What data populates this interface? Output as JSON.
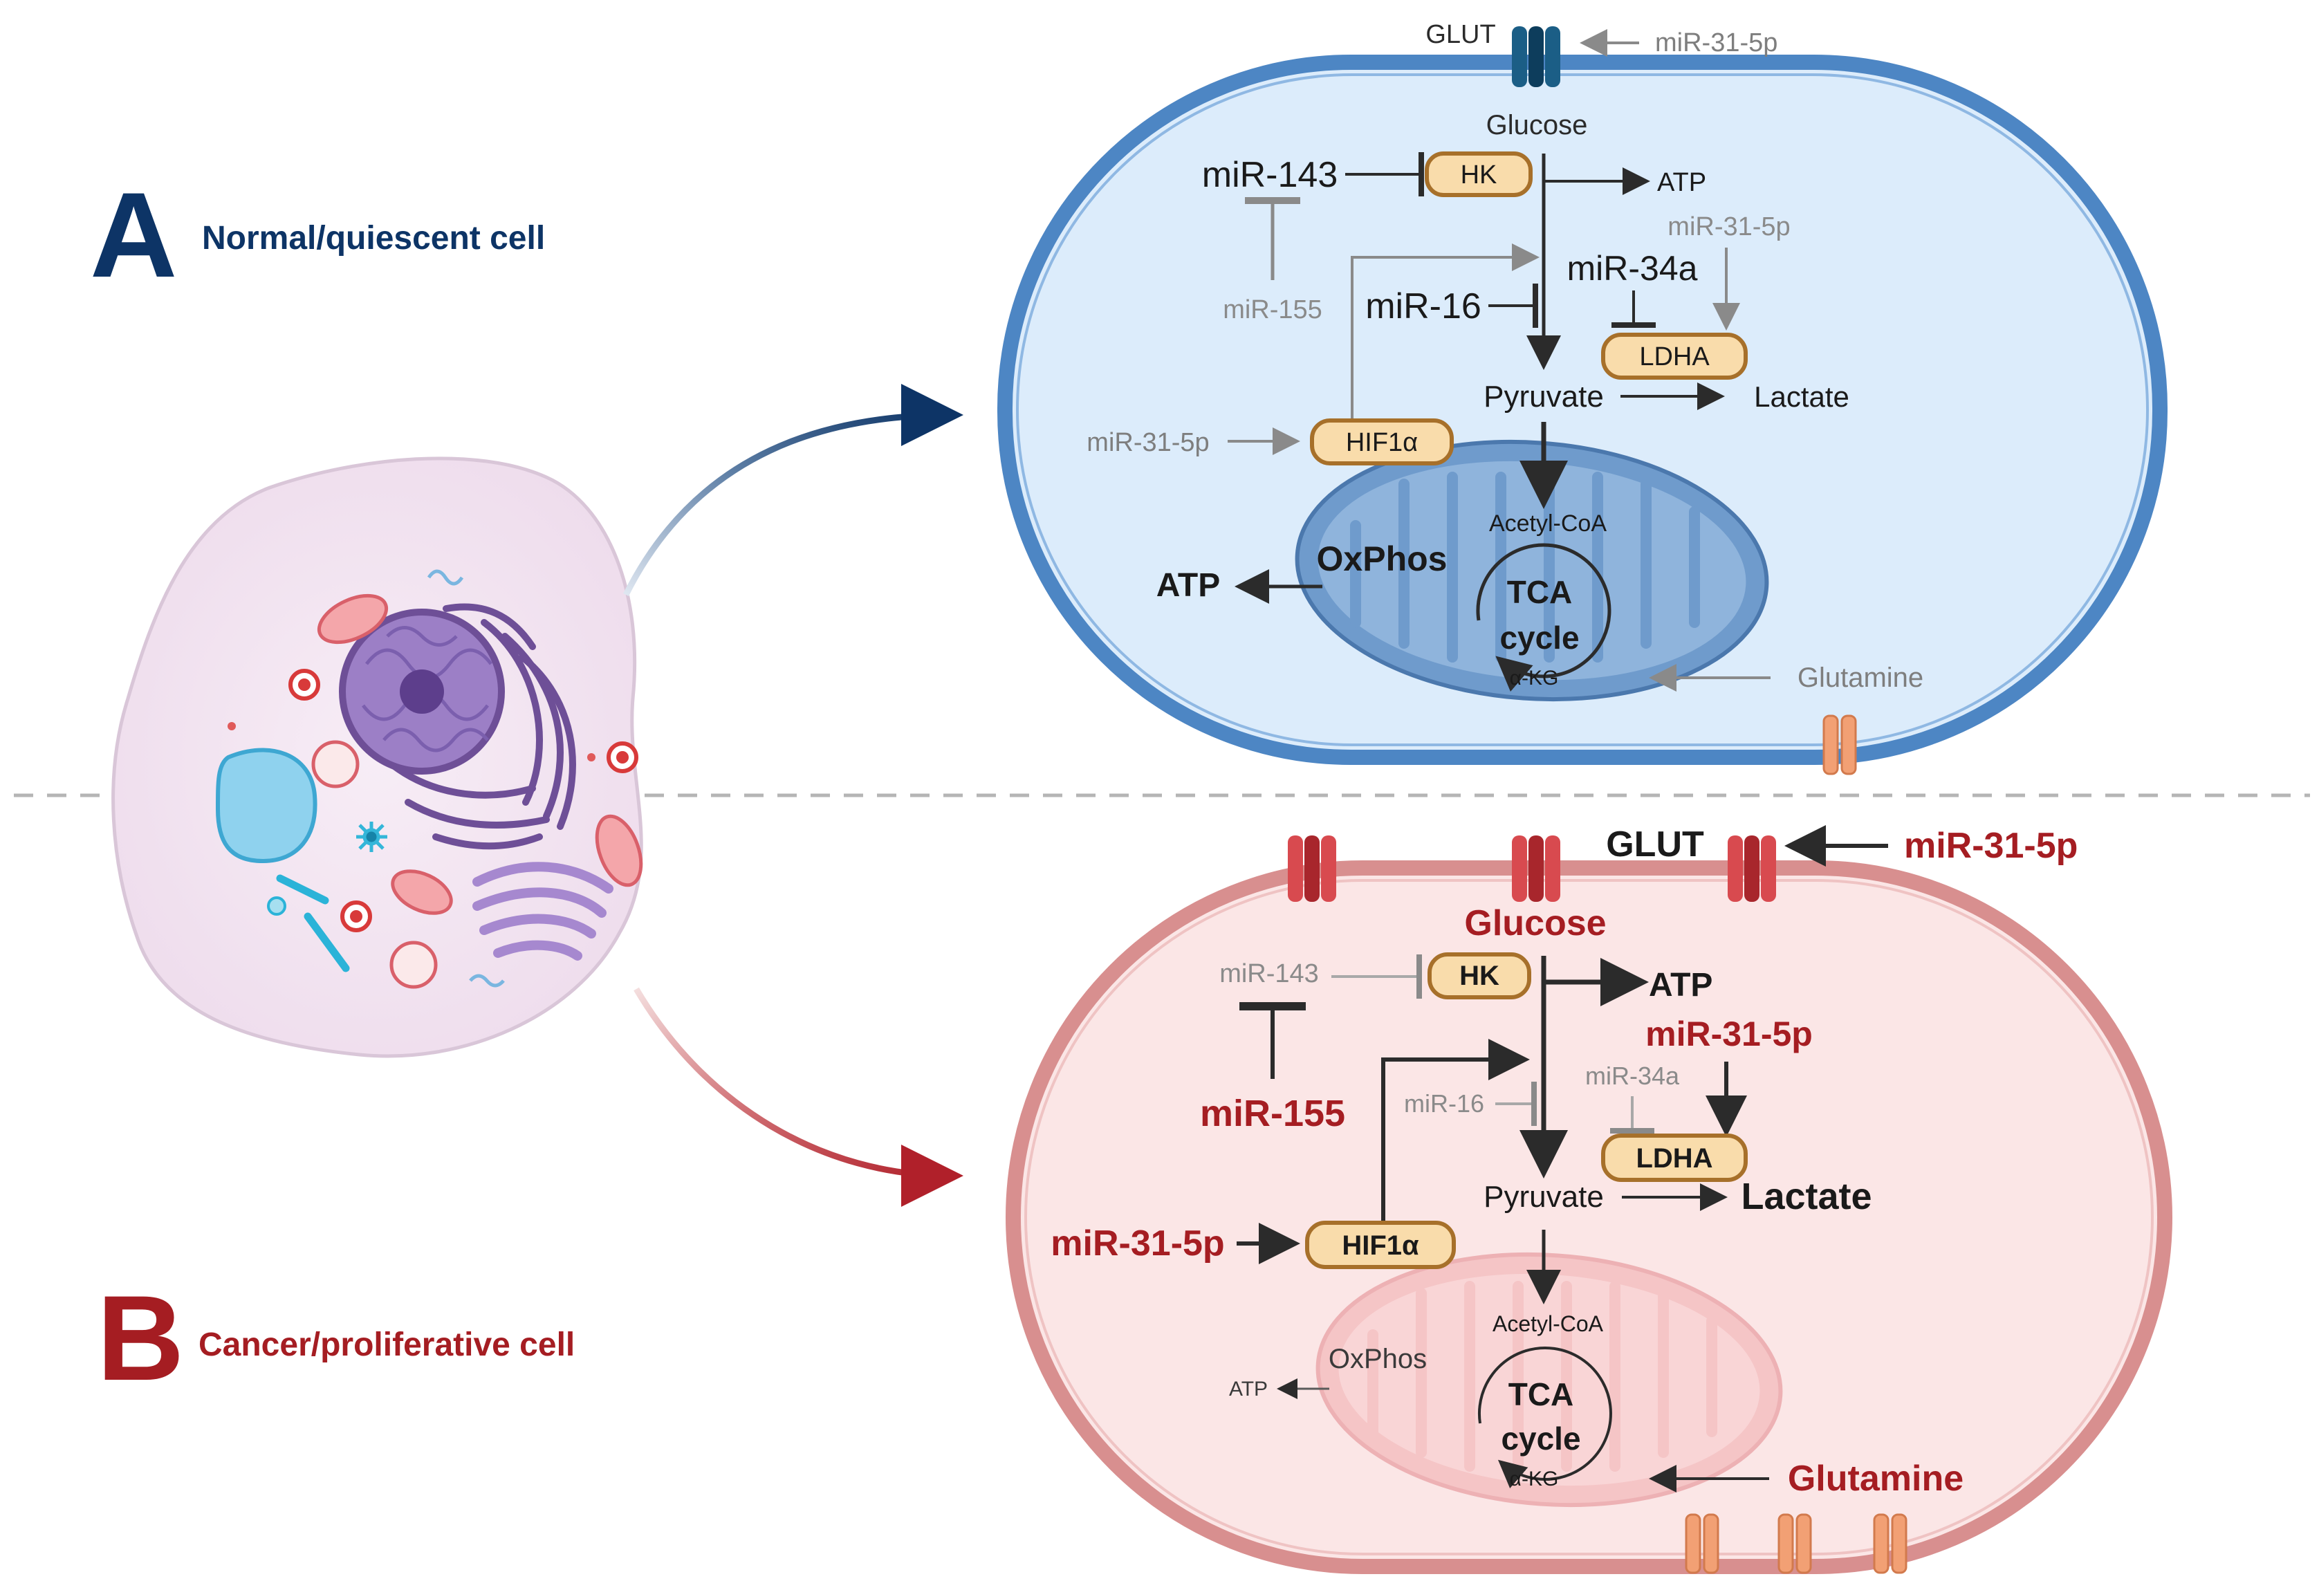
{
  "panel_a": {
    "letter": "A",
    "title": "Normal/quiescent cell",
    "glut": "GLUT",
    "mir31_top": "miR-31-5p",
    "glucose": "Glucose",
    "mir143": "miR-143",
    "hk": "HK",
    "atp_hk": "ATP",
    "mir31_ldha": "miR-31-5p",
    "mir155": "miR-155",
    "mir16": "miR-16",
    "mir34a": "miR-34a",
    "ldha": "LDHA",
    "pyruvate": "Pyruvate",
    "lactate": "Lactate",
    "mir31_hif": "miR-31-5p",
    "hif1a": "HIF1α",
    "acetyl_coa": "Acetyl-CoA",
    "oxphos": "OxPhos",
    "atp_oxphos": "ATP",
    "tca_1": "TCA",
    "tca_2": "cycle",
    "akg": "α-KG",
    "glutamine": "Glutamine"
  },
  "panel_b": {
    "letter": "B",
    "title": "Cancer/proliferative cell",
    "glut": "GLUT",
    "mir31_top": "miR-31-5p",
    "glucose": "Glucose",
    "mir143": "miR-143",
    "hk": "HK",
    "atp_hk": "ATP",
    "mir31_ldha": "miR-31-5p",
    "mir155": "miR-155",
    "mir16": "miR-16",
    "mir34a": "miR-34a",
    "ldha": "LDHA",
    "pyruvate": "Pyruvate",
    "lactate": "Lactate",
    "mir31_hif": "miR-31-5p",
    "hif1a": "HIF1α",
    "acetyl_coa": "Acetyl-CoA",
    "oxphos": "OxPhos",
    "atp_oxphos": "ATP",
    "tca_1": "TCA",
    "tca_2": "cycle",
    "akg": "α-KG",
    "glutamine": "Glutamine"
  },
  "colors": {
    "navy": "#0d3466",
    "dark_red": "#a51d22",
    "normal_fill": "#dcecfb",
    "normal_stroke": "#4d86c4",
    "cancer_fill": "#fbe6e6",
    "cancer_stroke": "#d88f8f",
    "enzyme_fill": "#f9dcab",
    "enzyme_stroke": "#a7702a",
    "gray_text": "#7e7e7e"
  }
}
